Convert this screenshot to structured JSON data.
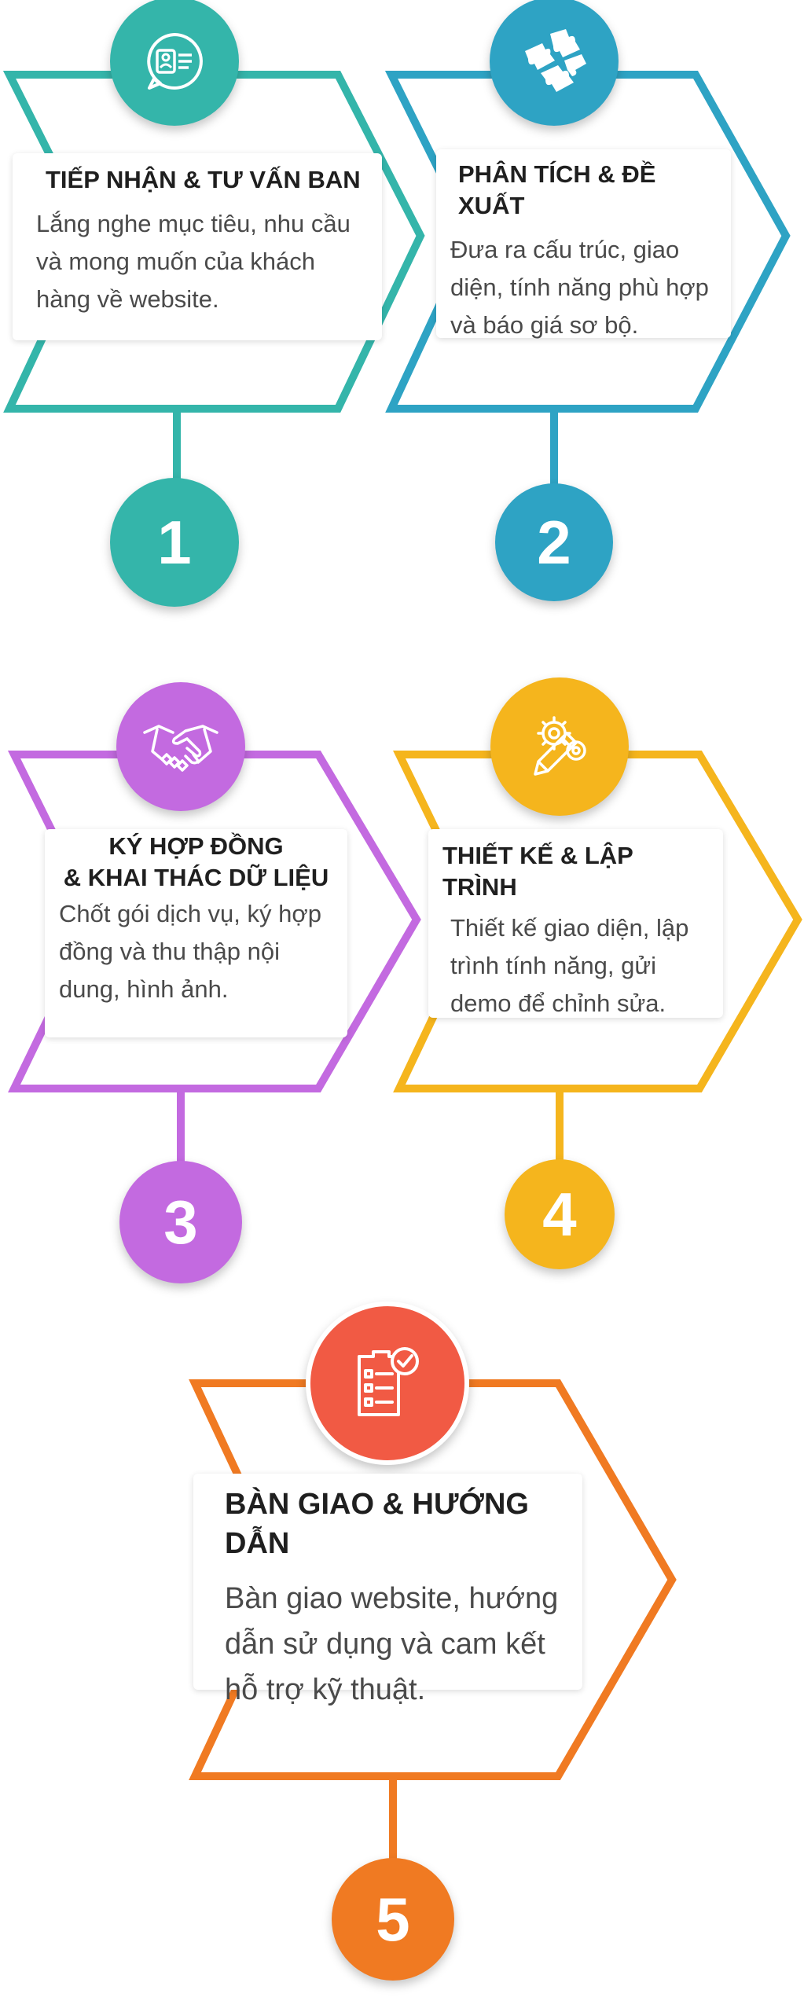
{
  "colors": {
    "teal": "#34B5AA",
    "blue": "#2EA3C4",
    "purple": "#C36AE0",
    "yellow": "#F5B51D",
    "orange": "#F07A22",
    "red_icon": "#F15A44"
  },
  "steps": [
    {
      "number": "1",
      "icon": "contact-chat-icon",
      "title": "TIẾP NHẬN & TƯ VẤN BAN",
      "description": "Lắng nghe mục tiêu, nhu cầu và mong muốn của khách hàng về website."
    },
    {
      "number": "2",
      "icon": "puzzle-icon",
      "title": "PHÂN TÍCH & ĐỀ XUẤT",
      "description": "Đưa ra cấu trúc, giao diện, tính năng phù hợp và báo giá sơ bộ."
    },
    {
      "number": "3",
      "icon": "handshake-icon",
      "title_line1": "KÝ HỢP ĐỒNG",
      "title_line2": "& KHAI THÁC DỮ LIỆU",
      "description": "Chốt gói dịch vụ, ký hợp đồng và thu thập nội dung, hình ảnh."
    },
    {
      "number": "4",
      "icon": "pencil-gears-icon",
      "title": "THIẾT KẾ & LẬP TRÌNH",
      "description": "Thiết kế giao diện, lập trình tính năng, gửi demo để chỉnh sửa."
    },
    {
      "number": "5",
      "icon": "checklist-icon",
      "title": "BÀN GIAO & HƯỚNG DẪN",
      "description": "Bàn giao website, hướng dẫn sử dụng và cam kết hỗ trợ kỹ thuật."
    }
  ]
}
